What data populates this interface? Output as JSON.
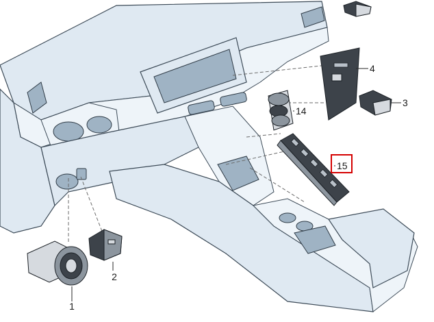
{
  "callouts": [
    {
      "id": "1",
      "label": "1"
    },
    {
      "id": "2",
      "label": "2"
    },
    {
      "id": "3",
      "label": "3"
    },
    {
      "id": "4",
      "label": "4"
    },
    {
      "id": "14",
      "label": "14"
    },
    {
      "id": "15",
      "label": "15",
      "highlighted": true
    }
  ],
  "colors": {
    "highlight": "#d40000",
    "dashboard_fill": "#dfe9f2",
    "outline": "#3c4a57",
    "part_dark": "#3d434a"
  }
}
